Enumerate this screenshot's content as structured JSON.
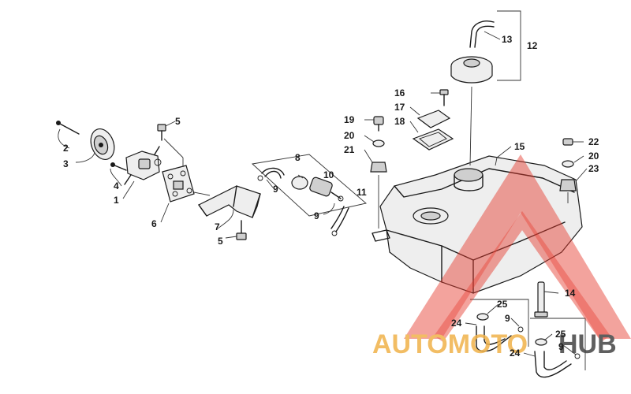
{
  "callouts": [
    {
      "id": "c2",
      "label": "2"
    },
    {
      "id": "c3",
      "label": "3"
    },
    {
      "id": "c4",
      "label": "4"
    },
    {
      "id": "c1",
      "label": "1"
    },
    {
      "id": "c5a",
      "label": "5"
    },
    {
      "id": "c6",
      "label": "6"
    },
    {
      "id": "c7",
      "label": "7"
    },
    {
      "id": "c5b",
      "label": "5"
    },
    {
      "id": "c8",
      "label": "8"
    },
    {
      "id": "c9a",
      "label": "9"
    },
    {
      "id": "c10",
      "label": "10"
    },
    {
      "id": "c11",
      "label": "11"
    },
    {
      "id": "c9b",
      "label": "9"
    },
    {
      "id": "c19",
      "label": "19"
    },
    {
      "id": "c20a",
      "label": "20"
    },
    {
      "id": "c21",
      "label": "21"
    },
    {
      "id": "c16",
      "label": "16"
    },
    {
      "id": "c17",
      "label": "17"
    },
    {
      "id": "c18",
      "label": "18"
    },
    {
      "id": "c13",
      "label": "13"
    },
    {
      "id": "c12",
      "label": "12"
    },
    {
      "id": "c15",
      "label": "15"
    },
    {
      "id": "c22",
      "label": "22"
    },
    {
      "id": "c20b",
      "label": "20"
    },
    {
      "id": "c23",
      "label": "23"
    },
    {
      "id": "c14",
      "label": "14"
    },
    {
      "id": "c25a",
      "label": "25"
    },
    {
      "id": "c9c",
      "label": "9"
    },
    {
      "id": "c24a",
      "label": "24"
    },
    {
      "id": "c25b",
      "label": "25"
    },
    {
      "id": "c9d",
      "label": "9"
    },
    {
      "id": "c24b",
      "label": "24"
    }
  ],
  "watermark": {
    "part1": "AUTOMOTO",
    "part2": "HUB",
    "color_text": "#f0b24a",
    "color_text_dark": "#444444",
    "color_logo": "#e63a2e"
  }
}
